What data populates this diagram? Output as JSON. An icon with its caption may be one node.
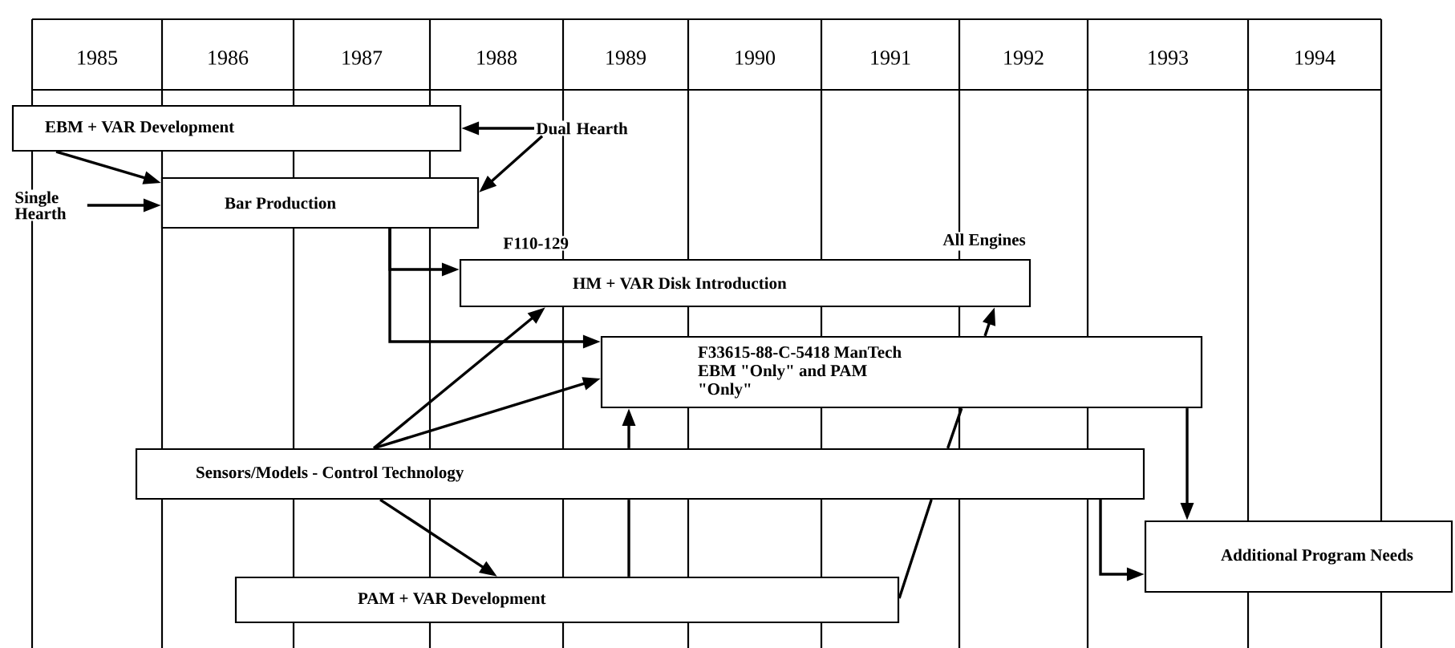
{
  "diagram": {
    "nodes": [
      {
        "text": [
          "EBM + VAR Development"
        ]
      },
      {
        "text": [
          "Dual Hearth"
        ]
      },
      {
        "text": [
          "Single Hearth"
        ]
      },
      {
        "text": [
          "Bar Production"
        ]
      },
      {
        "text": [
          "HM + VAR Disk Introduction"
        ],
        "beside": [
          "F110-129",
          "All Engines"
        ]
      },
      {
        "text": [
          "F33615-88-C-5418 ManTech EBM \"Only\" and PAM \"Only\""
        ]
      },
      {
        "text": [
          "Sensors/Models - Control Technology"
        ]
      },
      {
        "text": [
          "PAM + VAR Development"
        ]
      },
      {
        "text": [
          "Additional Program Needs"
        ]
      }
    ],
    "edges": [
      {
        "from": 1,
        "to": 0,
        "arrow": "to"
      },
      {
        "from": 1,
        "to": 3,
        "arrow": "to"
      },
      {
        "from": 0,
        "to": 3,
        "arrow": "to"
      },
      {
        "from": 2,
        "to": 3,
        "arrow": "to"
      },
      {
        "from": 3,
        "to": 4,
        "arrow": "to"
      },
      {
        "from": 3,
        "to": 5,
        "arrow": "to"
      },
      {
        "from": 6,
        "to": 4,
        "arrow": "to"
      },
      {
        "from": 6,
        "to": 5,
        "arrow": "to"
      },
      {
        "from": 6,
        "to": 7,
        "arrow": "to"
      },
      {
        "from": 7,
        "to": 6,
        "arrow": "none"
      },
      {
        "from": 6,
        "to": 5,
        "arrow": "to"
      },
      {
        "from": 7,
        "to": 6,
        "arrow": "none"
      },
      {
        "from": 6,
        "to": 5,
        "arrow": "none"
      },
      {
        "from": 5,
        "to": 4,
        "arrow": "to"
      },
      {
        "from": 5,
        "to": 8,
        "arrow": "to"
      },
      {
        "from": 6,
        "to": 8,
        "arrow": "to"
      }
    ],
    "labels": [
      "1985",
      "1986",
      "1987",
      "1988",
      "1989",
      "1990",
      "1991",
      "1992",
      "1993",
      "1994"
    ]
  }
}
